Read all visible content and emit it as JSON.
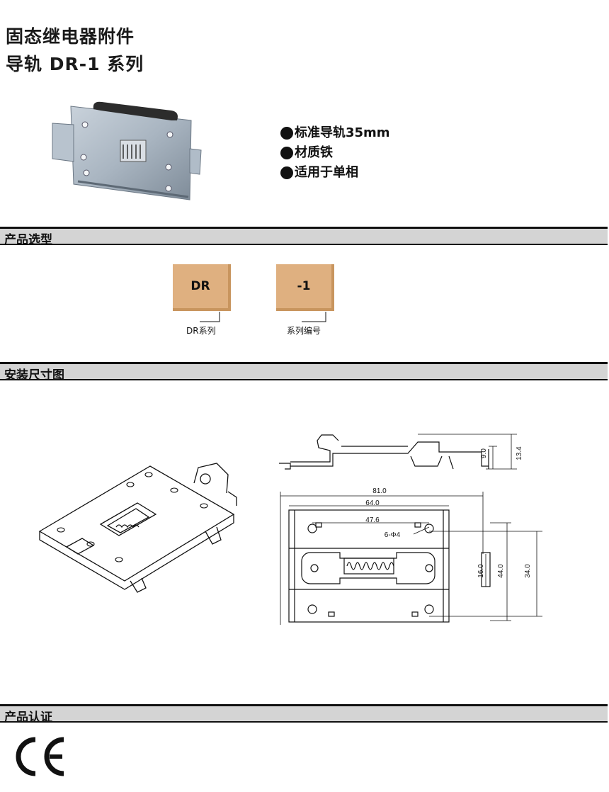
{
  "header": {
    "title_line1": "固态继电器附件",
    "title_line2": "导轨 DR-1 系列"
  },
  "features": [
    "标准导轨35mm",
    "材质铁",
    "适用于单相"
  ],
  "sections": {
    "selection": "产品选型",
    "dimensions": "安装尺寸图",
    "certification": "产品认证"
  },
  "selection": {
    "code1": "DR",
    "code2": "-1",
    "label1": "DR系列",
    "label2": "系列编号"
  },
  "dimensions": {
    "width_total": "81.0",
    "width_inner": "64.0",
    "hole_spacing": "47.6",
    "holes": "6-Φ4",
    "height_total": "44.0",
    "height_rail": "34.0",
    "height_small": "16.0",
    "side_height": "13.4",
    "side_small": "9.0"
  },
  "certification": {
    "mark": "CE"
  },
  "colors": {
    "code_box": "#dfb080",
    "section_bar": "#d4d4d4"
  }
}
